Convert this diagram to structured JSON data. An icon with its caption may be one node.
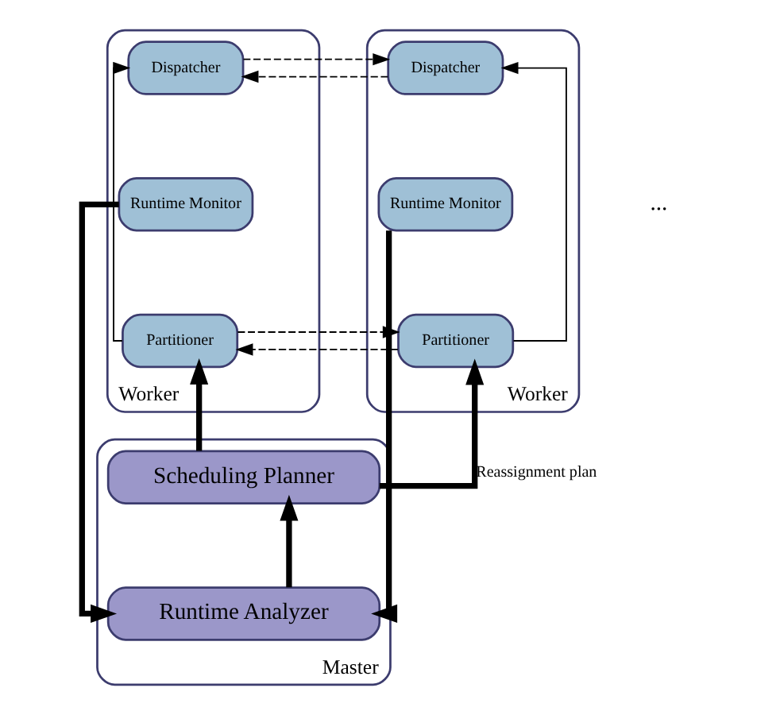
{
  "diagram": {
    "nodes": [
      {
        "text": [
          "Worker"
        ]
      },
      {
        "text": [
          "Dispatcher"
        ],
        "in": 0
      },
      {
        "text": [
          "Runtime Monitor"
        ],
        "in": 0
      },
      {
        "text": [
          "Partitioner"
        ],
        "in": 0
      },
      {
        "text": [
          "Worker"
        ]
      },
      {
        "text": [
          "Dispatcher"
        ],
        "in": 4
      },
      {
        "text": [
          "Runtime Monitor"
        ],
        "in": 4
      },
      {
        "text": [
          "Partitioner"
        ],
        "in": 4
      },
      {
        "text": [
          "Master"
        ]
      },
      {
        "text": [
          "Scheduling Planner"
        ],
        "in": 8
      },
      {
        "text": [
          "Runtime Analyzer"
        ],
        "in": 8
      }
    ],
    "edges": [
      {
        "from": 5,
        "to": 1,
        "arrow": "to",
        "style": "dashed"
      },
      {
        "from": 1,
        "to": 5,
        "arrow": "to",
        "style": "dashed"
      },
      {
        "from": 3,
        "to": 1,
        "arrow": "to"
      },
      {
        "from": 7,
        "to": 5,
        "arrow": "to"
      },
      {
        "from": 7,
        "to": 3,
        "arrow": "to",
        "style": "dashed"
      },
      {
        "from": 3,
        "to": 7,
        "arrow": "to",
        "style": "dashed"
      },
      {
        "from": 2,
        "to": 10,
        "arrow": "to",
        "style": "thick"
      },
      {
        "from": 6,
        "to": 10,
        "arrow": "to",
        "style": "thick"
      },
      {
        "from": 10,
        "to": 9,
        "arrow": "to",
        "style": "thick"
      },
      {
        "from": 9,
        "to": 3,
        "arrow": "to",
        "style": "thick"
      },
      {
        "from": 9,
        "to": 7,
        "arrow": "to",
        "style": "thick",
        "label": "Reassignment plan"
      }
    ],
    "labels": [
      "..."
    ]
  }
}
